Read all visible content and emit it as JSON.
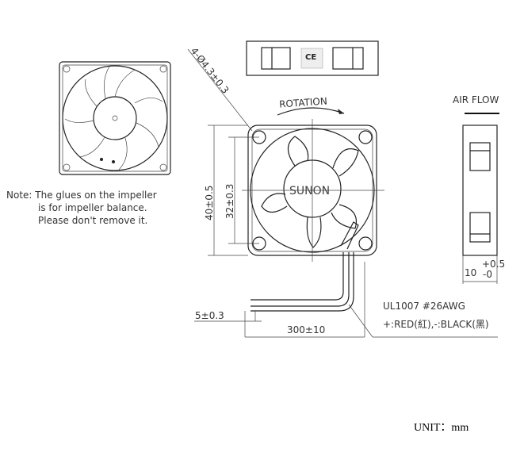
{
  "note": {
    "line1": "Note: The glues on the impeller",
    "line2": "is for impeller balance.",
    "line3": "Please don't remove it."
  },
  "labels": {
    "holes": "4-Ø4.3±0.3",
    "rotation": "ROTATION",
    "air_flow": "AIR FLOW",
    "brand": "SUNON",
    "outer_dim": "40±0.5",
    "hole_pitch": "32±0.3",
    "thickness": "10",
    "thickness_plus": "+0.5",
    "thickness_minus": "-0",
    "strip_length": "5±0.3",
    "lead_length": "300±10",
    "wire_spec": "UL1007 #26AWG",
    "wire_colors": "+:RED(紅),-:BLACK(黑)",
    "unit": "UNIT：mm",
    "cert_mark": "CE"
  }
}
